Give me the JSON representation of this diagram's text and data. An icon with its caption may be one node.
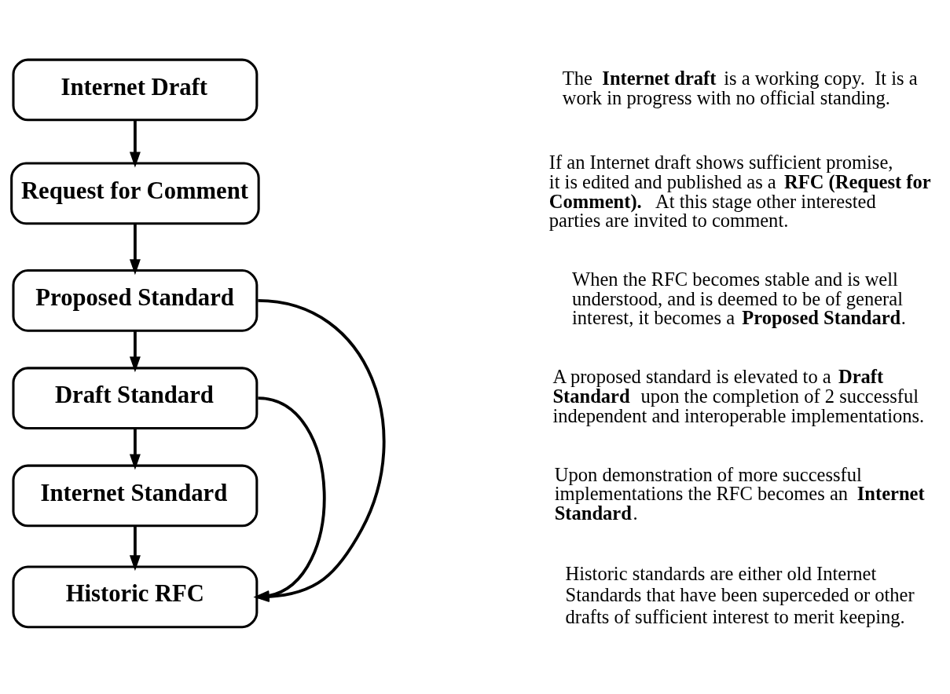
{
  "diagram": {
    "nodes": [
      {
        "text": [
          "Internet Draft"
        ]
      },
      {
        "text": [
          "Request for Comment"
        ]
      },
      {
        "text": [
          "Proposed Standard"
        ]
      },
      {
        "text": [
          "Draft Standard"
        ]
      },
      {
        "text": [
          "Internet Standard"
        ]
      },
      {
        "text": [
          "Historic RFC"
        ]
      }
    ],
    "edges": [
      {
        "from": 0,
        "to": 1,
        "arrow": "to"
      },
      {
        "from": 1,
        "to": 2,
        "arrow": "to"
      },
      {
        "from": 2,
        "to": 3,
        "arrow": "to"
      },
      {
        "from": 3,
        "to": 4,
        "arrow": "to"
      },
      {
        "from": 4,
        "to": 5,
        "arrow": "to"
      },
      {
        "from": 3,
        "to": 5,
        "arrow": "to"
      },
      {
        "from": 2,
        "to": 5,
        "arrow": "to"
      }
    ],
    "labels": [
      "The **Internet draft** is a working copy.  It is a work in progress with no official standing.",
      "If an Internet draft shows sufficient promise, it is edited and published as a **RFC (Request for Comment).**  At this stage other interested parties are invited to comment.",
      "When the RFC becomes stable and is well understood, and is deemed to be of general interest, it becomes a **Proposed Standard**.",
      "A proposed standard is elevated to a **Draft Standard** upon the completion of 2 successful independent and interoperable implementations.",
      "Upon demonstration of more successful implementations the RFC becomes an **Internet Standard**.",
      "Historic standards are either old Internet Standards that have been superceded or other drafts of sufficient interest to merit keeping."
    ]
  }
}
